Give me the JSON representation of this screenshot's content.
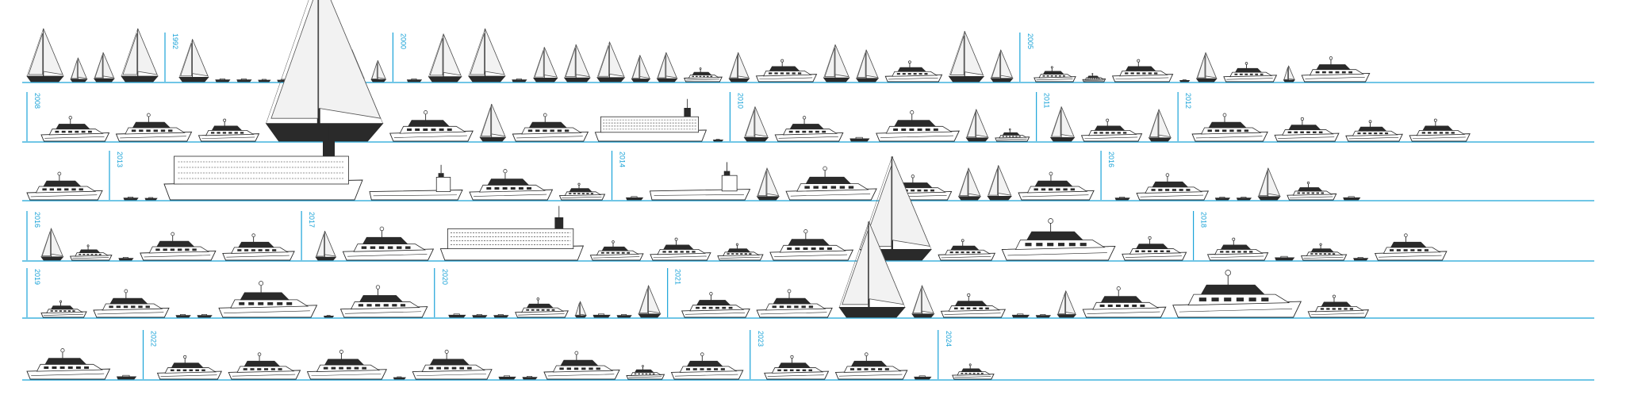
{
  "colors": {
    "timeline": "#1aa3d8",
    "hull": "#2a2a2a",
    "sail": "#555555",
    "sail_fill": "#f2f2f2",
    "background": "#ffffff"
  },
  "rows": [
    {
      "markers": [
        {
          "label": "1992",
          "after": 4
        },
        {
          "label": "2000",
          "after": 13
        },
        {
          "label": "2005",
          "after": 30
        }
      ],
      "vessels": [
        {
          "type": "sail",
          "size": 1.0
        },
        {
          "type": "sail",
          "size": 0.45
        },
        {
          "type": "sail",
          "size": 0.55
        },
        {
          "type": "sail",
          "size": 1.0
        },
        {
          "type": "sail",
          "size": 0.8
        },
        {
          "type": "boat",
          "size": 0.3
        },
        {
          "type": "boat",
          "size": 0.3
        },
        {
          "type": "boat",
          "size": 0.25
        },
        {
          "type": "boat",
          "size": 0.25
        },
        {
          "type": "boat",
          "size": 0.2
        },
        {
          "type": "sail",
          "size": 0.6
        },
        {
          "type": "sail",
          "size": 0.6
        },
        {
          "type": "sail",
          "size": 0.4
        },
        {
          "type": "boat",
          "size": 0.3
        },
        {
          "type": "sail",
          "size": 0.9
        },
        {
          "type": "sail",
          "size": 1.0
        },
        {
          "type": "boat",
          "size": 0.3
        },
        {
          "type": "sail",
          "size": 0.65
        },
        {
          "type": "sail",
          "size": 0.7
        },
        {
          "type": "sail",
          "size": 0.75
        },
        {
          "type": "sail",
          "size": 0.5
        },
        {
          "type": "sail",
          "size": 0.55
        },
        {
          "type": "motor",
          "size": 0.5
        },
        {
          "type": "sail",
          "size": 0.55
        },
        {
          "type": "motor",
          "size": 0.8
        },
        {
          "type": "sail",
          "size": 0.7
        },
        {
          "type": "sail",
          "size": 0.6
        },
        {
          "type": "motor",
          "size": 0.75
        },
        {
          "type": "sail",
          "size": 0.95
        },
        {
          "type": "sail",
          "size": 0.6
        },
        {
          "type": "motor",
          "size": 0.55
        },
        {
          "type": "motor",
          "size": 0.3
        },
        {
          "type": "motor",
          "size": 0.8
        },
        {
          "type": "boat",
          "size": 0.2
        },
        {
          "type": "sail",
          "size": 0.55
        },
        {
          "type": "motor",
          "size": 0.7
        },
        {
          "type": "sail",
          "size": 0.3
        },
        {
          "type": "motor",
          "size": 0.9
        }
      ]
    },
    {
      "markers": [
        {
          "label": "2008",
          "after": 0
        },
        {
          "label": "2010",
          "after": 9
        },
        {
          "label": "2011",
          "after": 15
        },
        {
          "label": "2012",
          "after": 18
        }
      ],
      "vessels": [
        {
          "type": "motor",
          "size": 0.9
        },
        {
          "type": "motor",
          "size": 1.0
        },
        {
          "type": "motor",
          "size": 0.8
        },
        {
          "type": "sail",
          "size": 3.2
        },
        {
          "type": "motor",
          "size": 1.1
        },
        {
          "type": "sail",
          "size": 0.7
        },
        {
          "type": "motor",
          "size": 1.0
        },
        {
          "type": "ferry",
          "size": 1.4
        },
        {
          "type": "boat",
          "size": 0.2
        },
        {
          "type": "sail",
          "size": 0.65
        },
        {
          "type": "motor",
          "size": 0.9
        },
        {
          "type": "boat",
          "size": 0.4
        },
        {
          "type": "motor",
          "size": 1.1
        },
        {
          "type": "sail",
          "size": 0.6
        },
        {
          "type": "motor",
          "size": 0.45
        },
        {
          "type": "sail",
          "size": 0.65
        },
        {
          "type": "motor",
          "size": 0.8
        },
        {
          "type": "sail",
          "size": 0.6
        },
        {
          "type": "motor",
          "size": 1.0
        },
        {
          "type": "motor",
          "size": 0.85
        },
        {
          "type": "motor",
          "size": 0.75
        },
        {
          "type": "motor",
          "size": 0.8
        }
      ]
    },
    {
      "markers": [
        {
          "label": "2013",
          "after": 1
        },
        {
          "label": "2014",
          "after": 7
        },
        {
          "label": "2016",
          "after": 15
        }
      ],
      "vessels": [
        {
          "type": "motor",
          "size": 1.0
        },
        {
          "type": "boat",
          "size": 0.3
        },
        {
          "type": "boat",
          "size": 0.25
        },
        {
          "type": "ferry",
          "size": 2.5
        },
        {
          "type": "tanker",
          "size": 1.3
        },
        {
          "type": "motor",
          "size": 1.1
        },
        {
          "type": "motor",
          "size": 0.6
        },
        {
          "type": "boat",
          "size": 0.35
        },
        {
          "type": "tanker",
          "size": 1.4
        },
        {
          "type": "sail",
          "size": 0.6
        },
        {
          "type": "motor",
          "size": 1.2
        },
        {
          "type": "motor",
          "size": 0.9
        },
        {
          "type": "sail",
          "size": 0.6
        },
        {
          "type": "sail",
          "size": 0.65
        },
        {
          "type": "motor",
          "size": 1.0
        },
        {
          "type": "boat",
          "size": 0.3
        },
        {
          "type": "motor",
          "size": 0.95
        },
        {
          "type": "boat",
          "size": 0.3
        },
        {
          "type": "boat",
          "size": 0.3
        },
        {
          "type": "sail",
          "size": 0.6
        },
        {
          "type": "motor",
          "size": 0.65
        },
        {
          "type": "boat",
          "size": 0.35
        }
      ]
    },
    {
      "markers": [
        {
          "label": "2016",
          "after": 0
        },
        {
          "label": "2017",
          "after": 5
        },
        {
          "label": "2018",
          "after": 16
        }
      ],
      "vessels": [
        {
          "type": "sail",
          "size": 0.6
        },
        {
          "type": "motor",
          "size": 0.55
        },
        {
          "type": "boat",
          "size": 0.3
        },
        {
          "type": "motor",
          "size": 1.0
        },
        {
          "type": "motor",
          "size": 0.95
        },
        {
          "type": "sail",
          "size": 0.55
        },
        {
          "type": "motor",
          "size": 1.2
        },
        {
          "type": "ferry",
          "size": 1.8
        },
        {
          "type": "motor",
          "size": 0.7
        },
        {
          "type": "motor",
          "size": 0.8
        },
        {
          "type": "motor",
          "size": 0.6
        },
        {
          "type": "motor",
          "size": 1.1
        },
        {
          "type": "sail",
          "size": 1.95
        },
        {
          "type": "motor",
          "size": 0.75
        },
        {
          "type": "motor",
          "size": 1.5
        },
        {
          "type": "motor",
          "size": 0.85
        },
        {
          "type": "motor",
          "size": 0.8
        },
        {
          "type": "boat",
          "size": 0.4
        },
        {
          "type": "motor",
          "size": 0.6
        },
        {
          "type": "boat",
          "size": 0.3
        },
        {
          "type": "motor",
          "size": 0.95
        }
      ]
    },
    {
      "markers": [
        {
          "label": "2019",
          "after": 0
        },
        {
          "label": "2020",
          "after": 7
        },
        {
          "label": "2021",
          "after": 15
        }
      ],
      "vessels": [
        {
          "type": "motor",
          "size": 0.6
        },
        {
          "type": "motor",
          "size": 1.0
        },
        {
          "type": "boat",
          "size": 0.3
        },
        {
          "type": "boat",
          "size": 0.3
        },
        {
          "type": "motor",
          "size": 1.3
        },
        {
          "type": "boat",
          "size": 0.2
        },
        {
          "type": "motor",
          "size": 1.15
        },
        {
          "type": "boat",
          "size": 0.35
        },
        {
          "type": "boat",
          "size": 0.3
        },
        {
          "type": "boat",
          "size": 0.3
        },
        {
          "type": "motor",
          "size": 0.7
        },
        {
          "type": "sail",
          "size": 0.3
        },
        {
          "type": "boat",
          "size": 0.35
        },
        {
          "type": "boat",
          "size": 0.3
        },
        {
          "type": "sail",
          "size": 0.6
        },
        {
          "type": "motor",
          "size": 0.9
        },
        {
          "type": "motor",
          "size": 1.0
        },
        {
          "type": "sail",
          "size": 1.8
        },
        {
          "type": "sail",
          "size": 0.6
        },
        {
          "type": "motor",
          "size": 0.85
        },
        {
          "type": "boat",
          "size": 0.35
        },
        {
          "type": "boat",
          "size": 0.3
        },
        {
          "type": "sail",
          "size": 0.5
        },
        {
          "type": "motor",
          "size": 1.1
        },
        {
          "type": "motor",
          "size": 1.7
        },
        {
          "type": "motor",
          "size": 0.8
        }
      ]
    },
    {
      "markers": [
        {
          "label": "2022",
          "after": 2
        },
        {
          "label": "2023",
          "after": 12
        },
        {
          "label": "2024",
          "after": 15
        }
      ],
      "vessels": [
        {
          "type": "motor",
          "size": 1.1
        },
        {
          "type": "boat",
          "size": 0.4
        },
        {
          "type": "motor",
          "size": 0.85
        },
        {
          "type": "motor",
          "size": 0.95
        },
        {
          "type": "motor",
          "size": 1.05
        },
        {
          "type": "boat",
          "size": 0.25
        },
        {
          "type": "motor",
          "size": 1.05
        },
        {
          "type": "boat",
          "size": 0.35
        },
        {
          "type": "boat",
          "size": 0.3
        },
        {
          "type": "motor",
          "size": 1.0
        },
        {
          "type": "motor",
          "size": 0.5
        },
        {
          "type": "motor",
          "size": 0.95
        },
        {
          "type": "motor",
          "size": 0.85
        },
        {
          "type": "motor",
          "size": 0.95
        },
        {
          "type": "boat",
          "size": 0.35
        },
        {
          "type": "motor",
          "size": 0.55
        }
      ]
    }
  ]
}
